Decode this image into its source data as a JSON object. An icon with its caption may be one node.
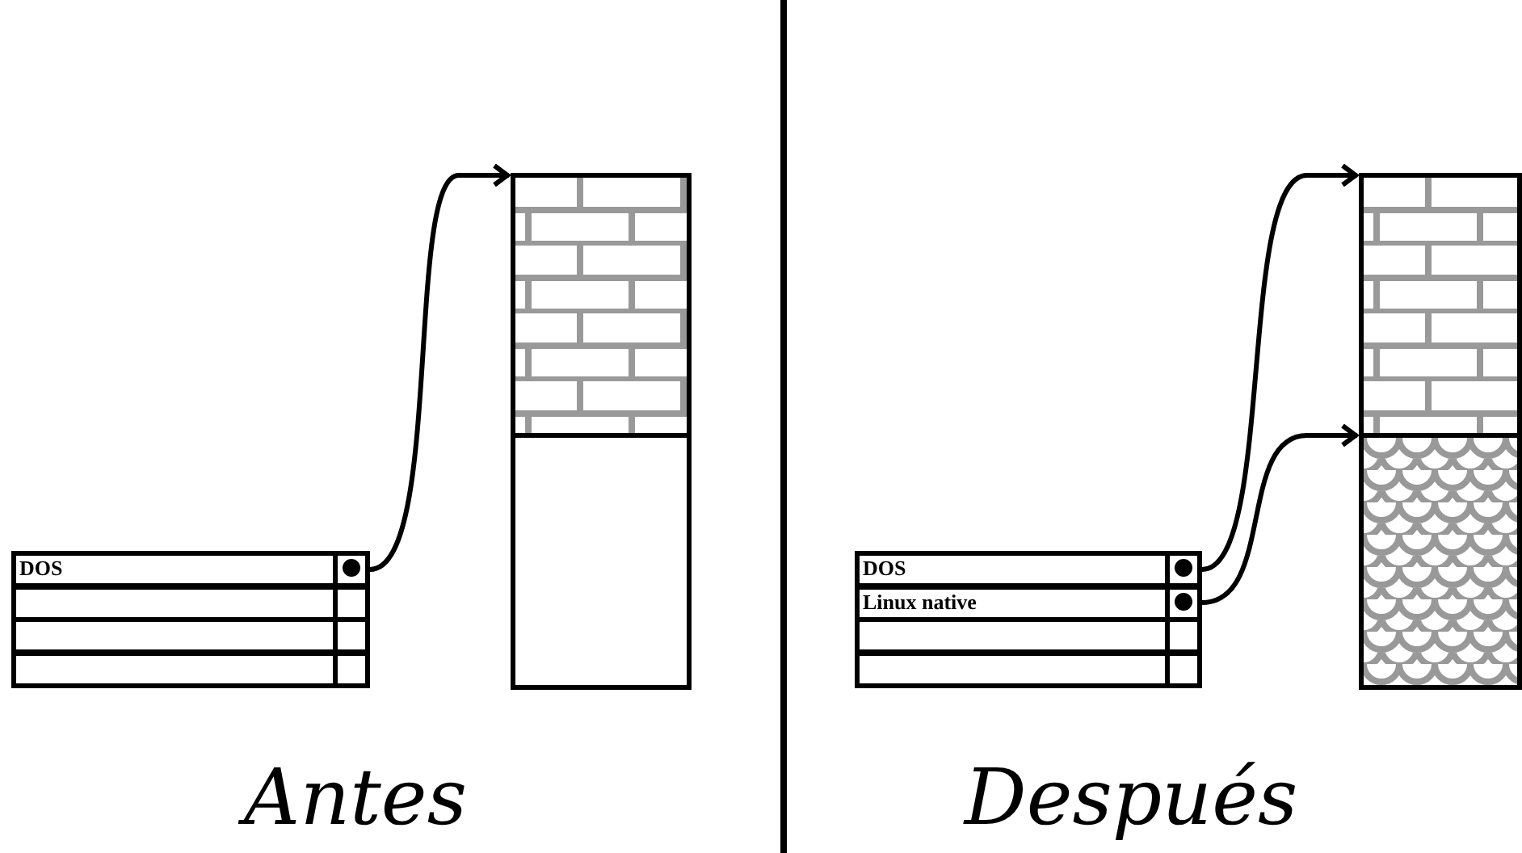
{
  "diagram": {
    "nodes": [
      {
        "text": [
          "DOS"
        ]
      },
      {
        "text": [],
        "shape": "box"
      },
      {
        "text": [],
        "shape": "box"
      },
      {
        "text": [],
        "shape": "box"
      },
      {
        "text": [],
        "shape": "box"
      },
      {
        "text": [],
        "shape": "box"
      },
      {
        "text": [
          "DOS"
        ]
      },
      {
        "text": [
          "Linux native"
        ]
      },
      {
        "text": [],
        "shape": "box"
      },
      {
        "text": [],
        "shape": "box"
      },
      {
        "text": [],
        "shape": "box"
      },
      {
        "text": [],
        "shape": "box"
      }
    ],
    "edges": [
      {
        "from": 0,
        "to": 4,
        "arrow": "to"
      },
      {
        "from": 6,
        "to": 10,
        "arrow": "to"
      },
      {
        "from": 7,
        "to": 11,
        "arrow": "to"
      }
    ],
    "labels": [
      "Antes",
      "Después"
    ]
  }
}
